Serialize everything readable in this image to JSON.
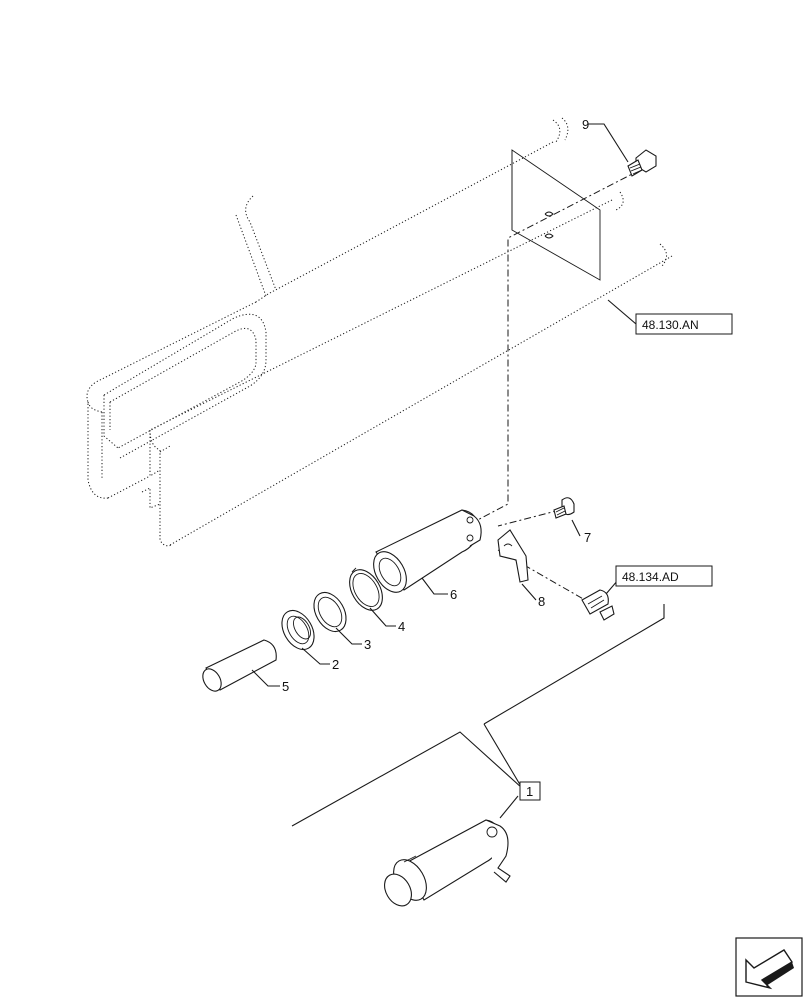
{
  "callouts": {
    "item_1": "1",
    "item_2": "2",
    "item_3": "3",
    "item_4": "4",
    "item_5": "5",
    "item_6": "6",
    "item_7": "7",
    "item_8": "8",
    "item_9": "9"
  },
  "references": {
    "frame_ref": "48.130.AN",
    "fitting_ref": "48.134.AD"
  },
  "icons": {
    "navigation": "arrow-bottom-left-icon"
  }
}
